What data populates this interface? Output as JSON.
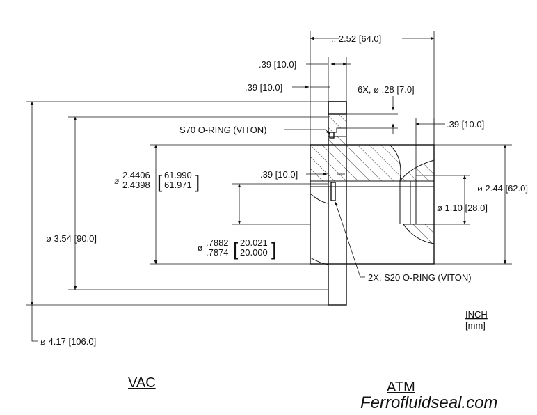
{
  "dimensions": {
    "overall_length": ".. 2.52 [64.0]",
    "shaft_flange_offset": ".39 [10.0]",
    "flange_thickness": ".39 [10.0]",
    "bolt_holes": "6X, ø .28 [7.0]",
    "atm_bore_depth": ".39 [10.0]",
    "oring_groove_depth": ".39 [10.0]",
    "bore_dia": "ø 2.44 [62.0]",
    "shaft_dia_atm": "ø 1.10 [28.0]",
    "flange_dia": "ø 3.54 [90.0]",
    "outer_dia": "ø 4.17 [106.0]"
  },
  "tolerances": {
    "housing_dia_prefix": "ø",
    "housing_dia_upper": "2.4406",
    "housing_dia_lower": "2.4398",
    "housing_mm_upper": "61.990",
    "housing_mm_lower": "61.971",
    "shaft_dia_prefix": "ø",
    "shaft_dia_upper": ".7882",
    "shaft_dia_lower": ".7874",
    "shaft_mm_upper": "20.021",
    "shaft_mm_lower": "20.000"
  },
  "callouts": {
    "s70_oring": "S70 O-RING (VITON)",
    "s20_oring": "2X, S20 O-RING (VITON)"
  },
  "units": {
    "primary": "INCH",
    "secondary": "[mm]"
  },
  "sides": {
    "vacuum": "VAC",
    "atmosphere": "ATM"
  },
  "brand": "Ferrofluidseal.com"
}
